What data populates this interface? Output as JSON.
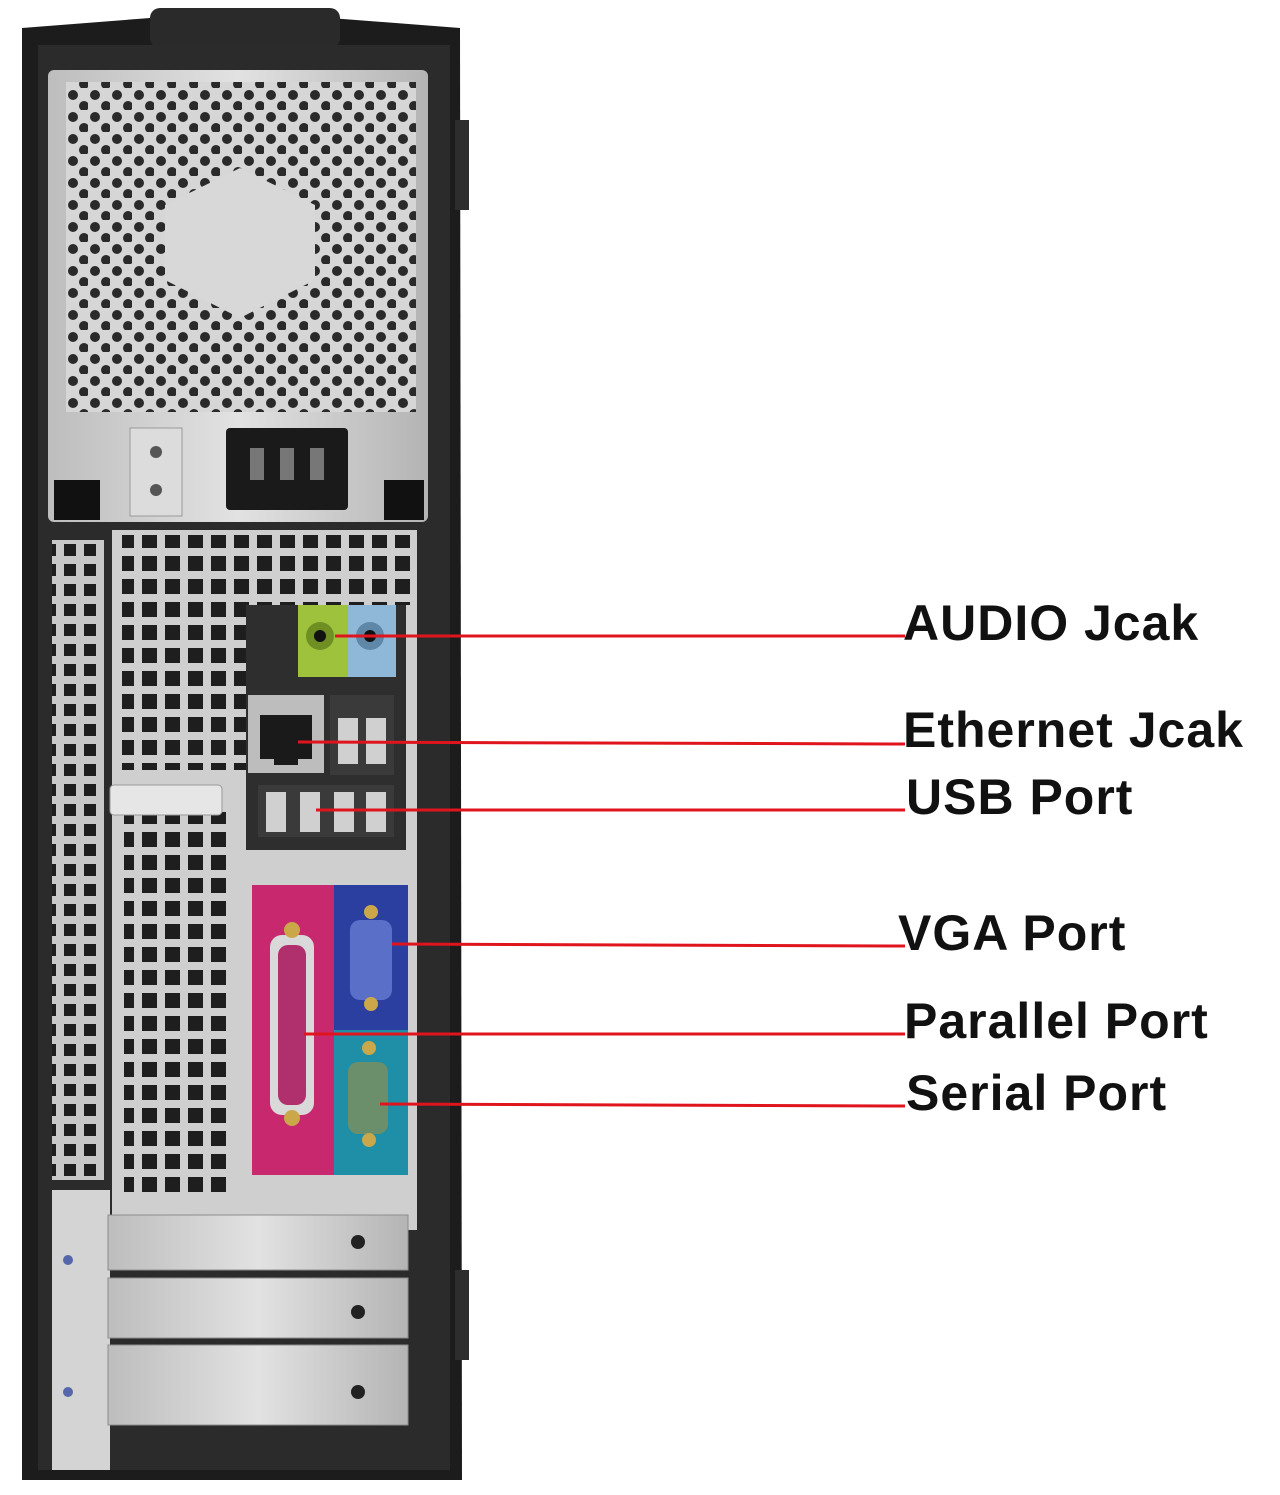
{
  "colors": {
    "chassis": "#1c1c1c",
    "metal": "#c9c9c9",
    "leader_line": "#e0141c",
    "parallel_port": "#c8286e",
    "vga_port": "#2b3fa0",
    "serial_port": "#1f8fa8",
    "audio_out": "#9ec23c",
    "audio_in": "#8fb8d8"
  },
  "callouts": [
    {
      "id": "audio",
      "label": "AUDIO Jcak"
    },
    {
      "id": "ethernet",
      "label": "Ethernet Jcak"
    },
    {
      "id": "usb",
      "label": "USB Port"
    },
    {
      "id": "vga",
      "label": "VGA Port"
    },
    {
      "id": "parallel",
      "label": "Parallel Port"
    },
    {
      "id": "serial",
      "label": "Serial Port"
    }
  ]
}
